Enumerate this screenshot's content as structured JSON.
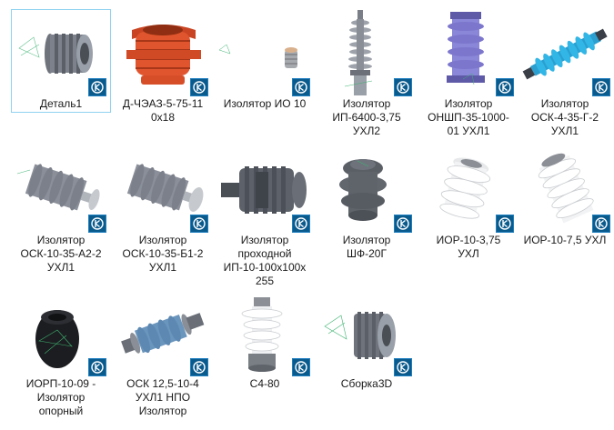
{
  "items": [
    {
      "label": "Деталь1",
      "selected": true
    },
    {
      "label": "Д-ЧЭАЗ-5-75-11\n0х18",
      "selected": false
    },
    {
      "label": "Изолятор ИО 10",
      "selected": false
    },
    {
      "label": "Изолятор\nИП-6400-3,75\nУХЛ2",
      "selected": false
    },
    {
      "label": "Изолятор\nОНШП-35-1000-\n01 УХЛ1",
      "selected": false
    },
    {
      "label": "Изолятор\nОСК-4-35-Г-2\nУХЛ1",
      "selected": false
    },
    {
      "label": "Изолятор\nОСК-10-35-А2-2\nУХЛ1",
      "selected": false
    },
    {
      "label": "Изолятор\nОСК-10-35-Б1-2\nУХЛ1",
      "selected": false
    },
    {
      "label": "Изолятор\nпроходной\nИП-10-100х100х\n255",
      "selected": false
    },
    {
      "label": "Изолятор\nШФ-20Г",
      "selected": false
    },
    {
      "label": "ИОР-10-3,75\nУХЛ",
      "selected": false
    },
    {
      "label": "ИОР-10-7,5 УХЛ",
      "selected": false
    },
    {
      "label": "ИОРП-10-09 -\nИзолятор\nопорный",
      "selected": false
    },
    {
      "label": "ОСК  12,5-10-4\nУХЛ1 НПО\nИзолятор",
      "selected": false
    },
    {
      "label": "С4-80",
      "selected": false
    },
    {
      "label": "Сборка3D",
      "selected": false
    }
  ],
  "icons": {
    "badge": "kompas-3d-icon"
  },
  "colors": {
    "selection_border": "#8fd3f0",
    "badge_bg": "#0b5a8c",
    "gray_model": "#8a8f99",
    "orange_model": "#e0552e",
    "purple_model": "#8a86d8",
    "cyan_model": "#31b6e6",
    "blue_model": "#6a95bd"
  }
}
